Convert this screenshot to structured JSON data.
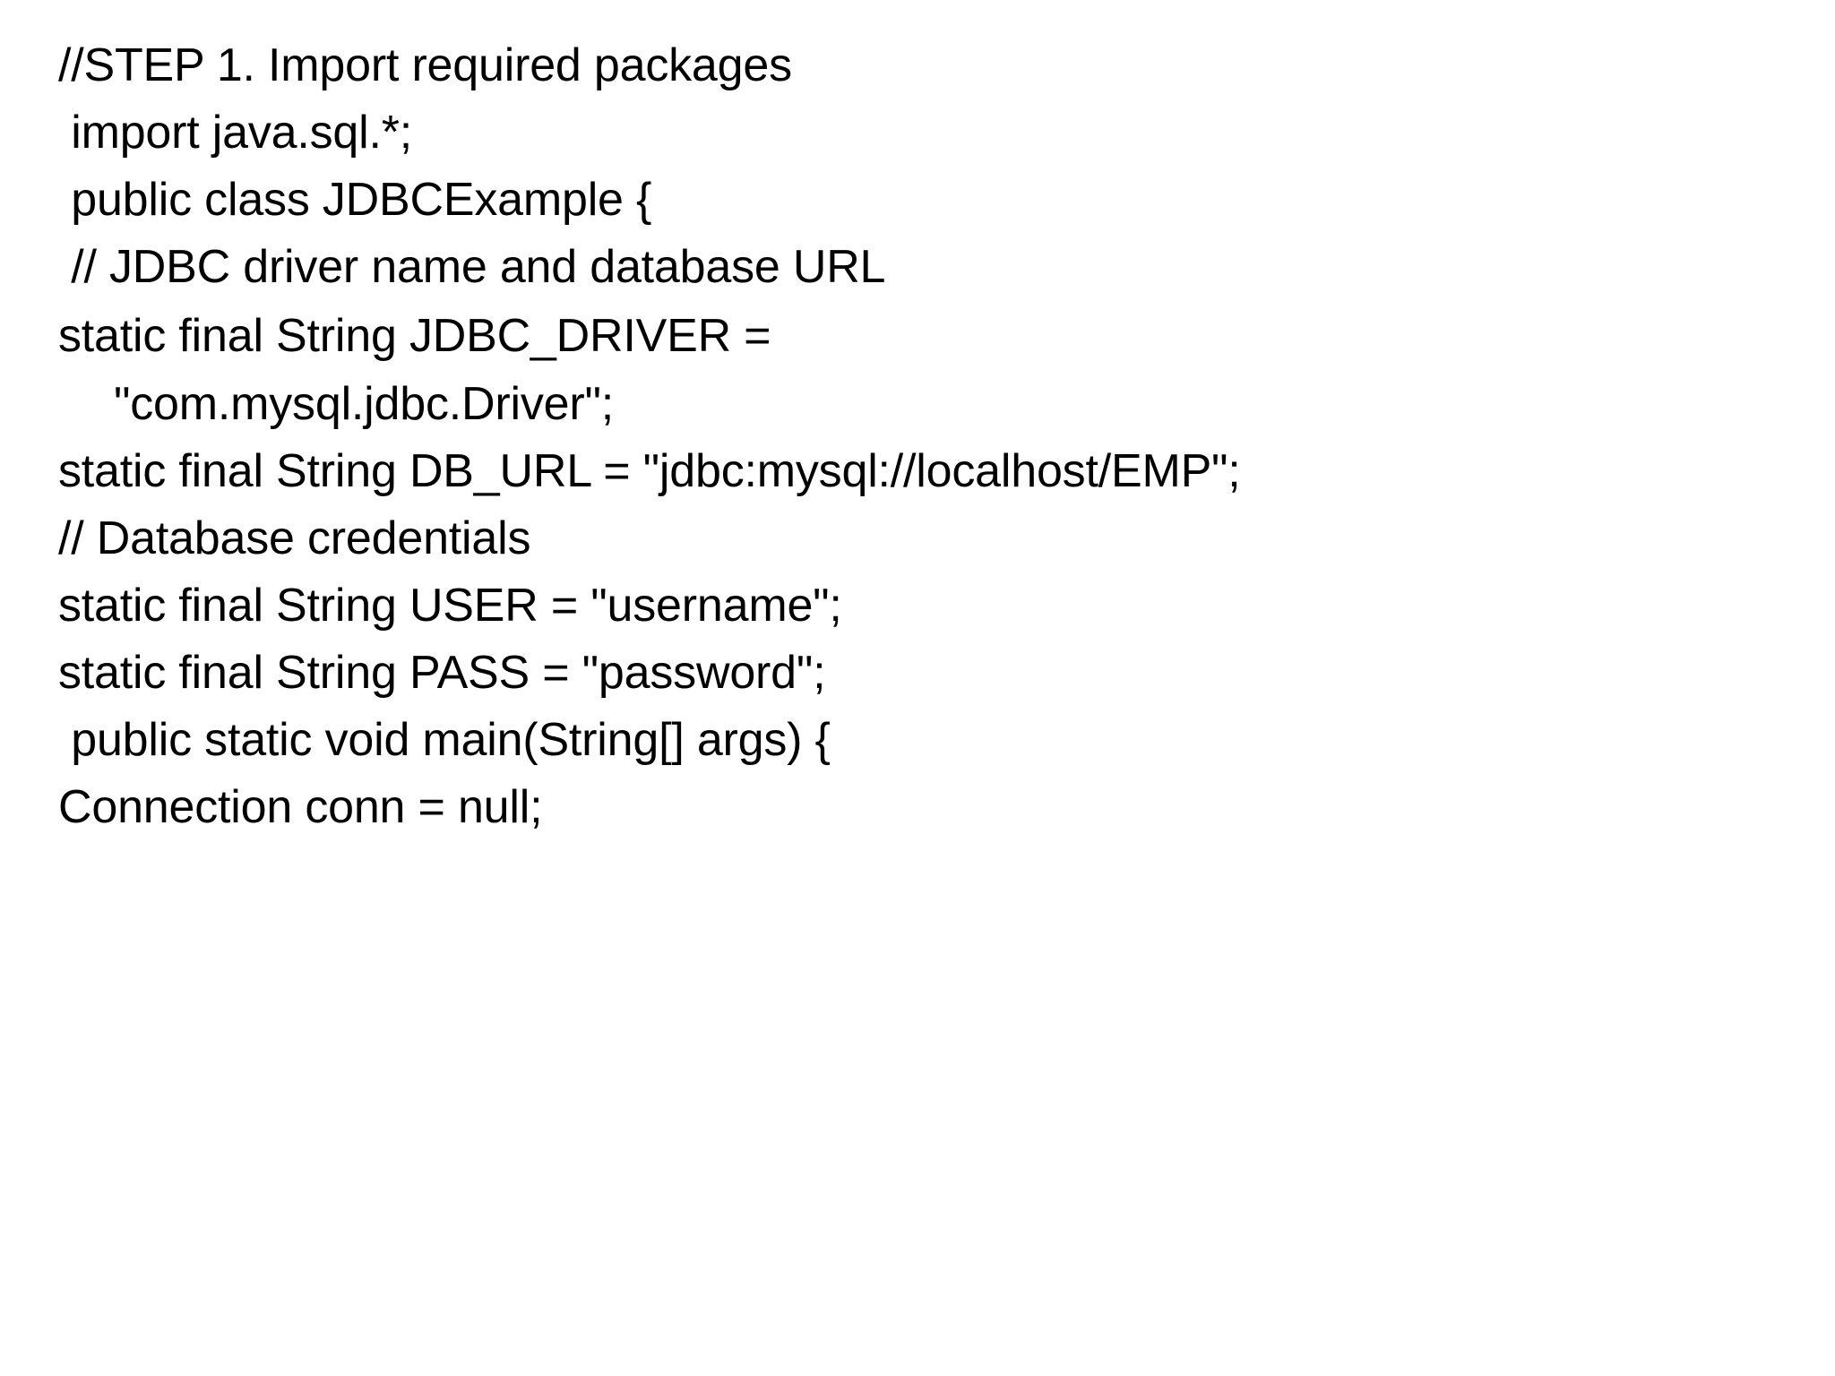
{
  "slide": {
    "background_color": "#ffffff",
    "text_color": "#000000",
    "language": "Java",
    "code_lines": [
      {
        "id": "line-1",
        "text": "//STEP 1. Import required packages",
        "indent": "none"
      },
      {
        "id": "line-2",
        "text": " import java.sql.*;",
        "indent": "space"
      },
      {
        "id": "line-3",
        "text": " public class JDBCExample {",
        "indent": "space"
      },
      {
        "id": "line-4",
        "text": " // JDBC driver name and database URL",
        "indent": "space"
      },
      {
        "id": "line-5",
        "text": "static final String JDBC_DRIVER =",
        "indent": "none"
      },
      {
        "id": "line-6",
        "text": "\"com.mysql.jdbc.Driver\";",
        "indent": "continuation"
      },
      {
        "id": "line-7",
        "text": "static final String DB_URL = \"jdbc:mysql://localhost/EMP\";",
        "indent": "none"
      },
      {
        "id": "line-8",
        "text": "// Database credentials",
        "indent": "none"
      },
      {
        "id": "line-9",
        "text": "static final String USER = \"username\";",
        "indent": "none"
      },
      {
        "id": "line-10",
        "text": "static final String PASS = \"password\";",
        "indent": "none"
      },
      {
        "id": "line-11",
        "text": " public static void main(String[] args) {",
        "indent": "space"
      },
      {
        "id": "line-12",
        "text": "Connection conn = null;",
        "indent": "none"
      }
    ]
  }
}
